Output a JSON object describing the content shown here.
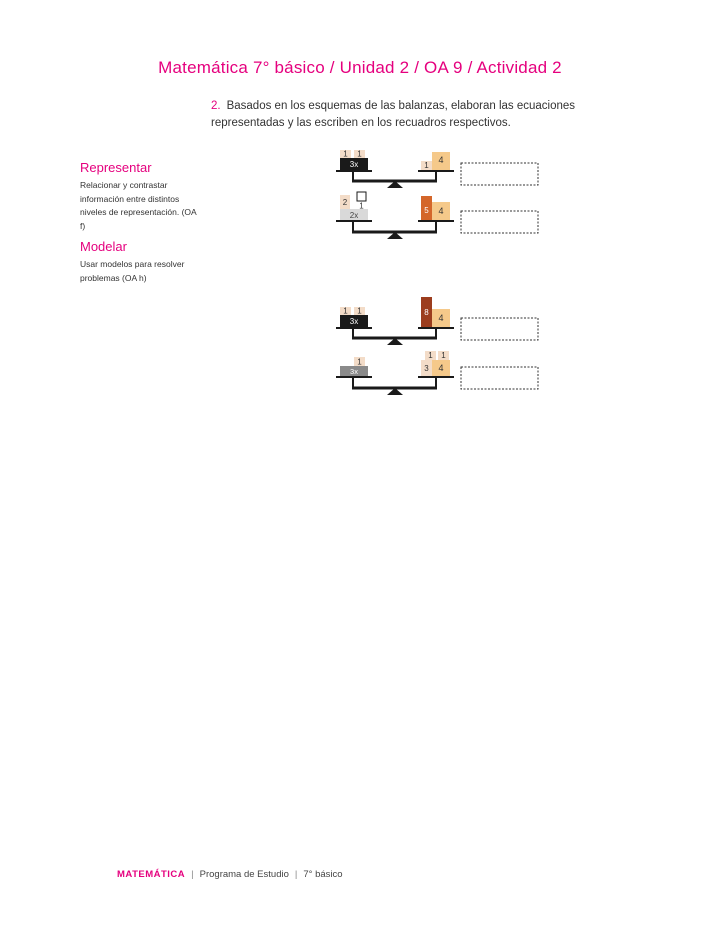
{
  "header": {
    "title": "Matemática 7° básico / Unidad 2 / OA 9 / Actividad 2"
  },
  "instruction": {
    "number": "2.",
    "text": "Basados en los esquemas de las balanzas, elaboran las ecuaciones representadas y las escriben en los recuadros respectivos."
  },
  "sidebar": {
    "skill1": {
      "title": "Representar",
      "body": "Relacionar y contrastar información entre distintos niveles de representación. (OA f)"
    },
    "skill2": {
      "title": "Modelar",
      "body": "Usar modelos para resolver problemas (OA h)"
    }
  },
  "balances": [
    {
      "left": {
        "x_label": "3x",
        "units": [
          "1",
          "1"
        ]
      },
      "right": {
        "units": [
          "1",
          "4"
        ]
      }
    },
    {
      "left": {
        "x_label": "2x",
        "units": [
          "2",
          "1"
        ]
      },
      "right": {
        "units": [
          "5",
          "4"
        ]
      }
    },
    {
      "left": {
        "x_label": "3x",
        "units": [
          "1",
          "1"
        ]
      },
      "right": {
        "units": [
          "8",
          "4"
        ]
      }
    },
    {
      "left": {
        "x_label": "3x",
        "units": [
          "1"
        ]
      },
      "right": {
        "units": [
          "1",
          "1",
          "3",
          "4"
        ]
      }
    }
  ],
  "footer": {
    "brand": "MATEMÁTICA",
    "program": "Programa de Estudio",
    "grade": "7° básico"
  },
  "colors": {
    "accent": "#e5007e",
    "beam": "#1a1a1a",
    "orange": "#f5c98a",
    "peach": "#f3dcc8",
    "brown": "#9c3d1e",
    "rust": "#d4662a"
  }
}
